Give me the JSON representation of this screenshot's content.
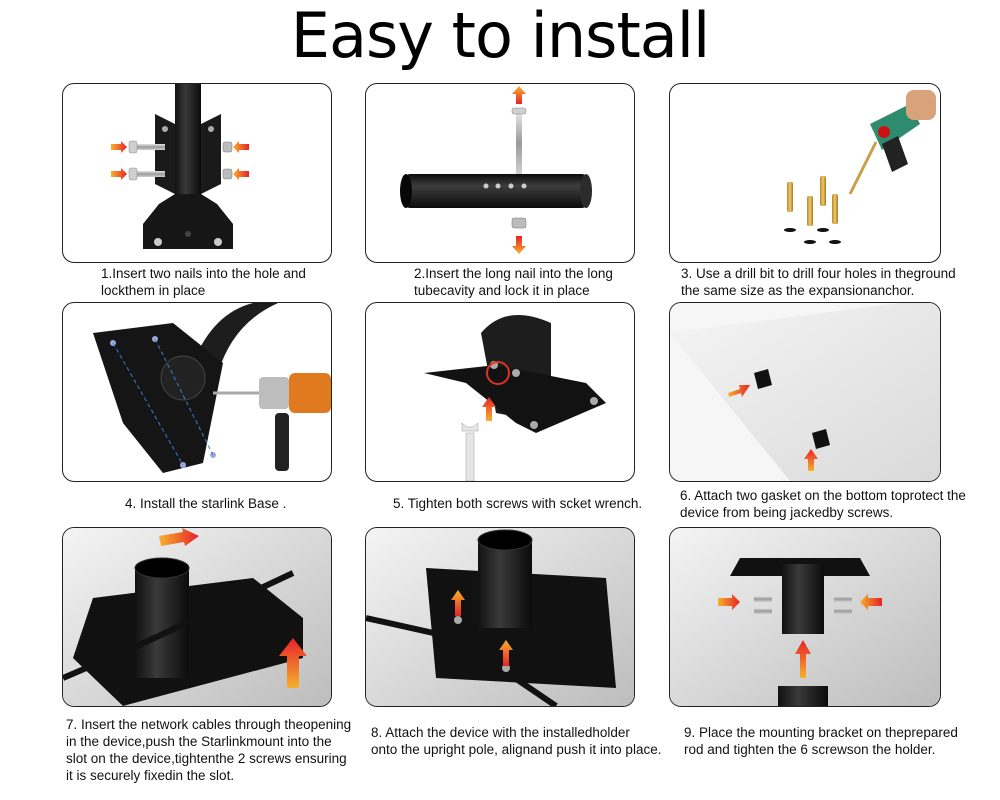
{
  "title": "Easy to install",
  "steps": [
    {
      "caption_lines": [
        "1.Insert two nails into the hole and",
        "lockthem in place"
      ]
    },
    {
      "caption_lines": [
        "2.Insert the long nail into the long",
        "tubecavity and lock it in place"
      ]
    },
    {
      "caption_lines": [
        "3. Use a drill bit to drill four holes in theground",
        "the same size as the expansionanchor."
      ]
    },
    {
      "caption_lines": [
        "4. Install the starlink Base ."
      ]
    },
    {
      "caption_lines": [
        "5. Tighten both screws with scket wrench."
      ]
    },
    {
      "caption_lines": [
        "6. Attach two gasket on the bottom toprotect the",
        "device from being jackedby screws."
      ]
    },
    {
      "caption_lines": [
        "7. Insert the network cables through theopening",
        "in the device,push the Starlinkmount into the",
        "slot on the device,tightenthe 2 screws ensuring",
        "it is securely fixedin the slot."
      ]
    },
    {
      "caption_lines": [
        "8. Attach the device with the installedholder",
        "onto the upright pole, alignand push it into place."
      ]
    },
    {
      "caption_lines": [
        "9. Place the mounting bracket on theprepared",
        "rod and tighten the 6 screwson the holder."
      ]
    }
  ],
  "colors": {
    "arrow_top": "#e8212a",
    "arrow_bottom": "#f6b12b",
    "metal": "#1c1c1c",
    "screw": "#b9b9b9"
  }
}
